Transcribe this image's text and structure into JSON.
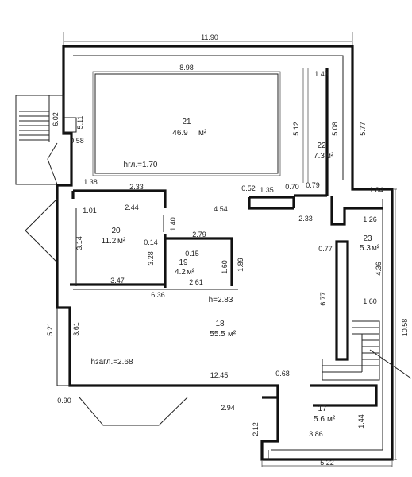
{
  "rooms": [
    {
      "number": "21",
      "area": "46.9",
      "note": "hгл.=1.70"
    },
    {
      "number": "22",
      "area": "7.3"
    },
    {
      "number": "20",
      "area": "11.2"
    },
    {
      "number": "19",
      "area": "4.2"
    },
    {
      "number": "23",
      "area": "5.3"
    },
    {
      "number": "18",
      "area": "55.5",
      "note": "h=2.83"
    },
    {
      "number": "17",
      "area": "5.6"
    }
  ],
  "area_unit": "м²",
  "height_note": "hзагл.=2.68",
  "dimensions": [
    "11.90",
    "8.98",
    "1.43",
    "5.12",
    "5.08",
    "5.77",
    "6.02",
    "5.11",
    "0.58",
    "1.38",
    "2.33",
    "0.52",
    "1.35",
    "0.70",
    "0.79",
    "1.84",
    "1.01",
    "2.44",
    "1.40",
    "4.54",
    "2.33",
    "1.26",
    "3.14",
    "0.14",
    "2.79",
    "0.15",
    "3.28",
    "1.60",
    "1.89",
    "0.77",
    "4.36",
    "3.47",
    "2.61",
    "6.36",
    "6.77",
    "1.60",
    "10.58",
    "5.21",
    "3.61",
    "12.45",
    "0.68",
    "0.90",
    "2.94",
    "2.12",
    "1.44",
    "3.86",
    "5.22"
  ]
}
